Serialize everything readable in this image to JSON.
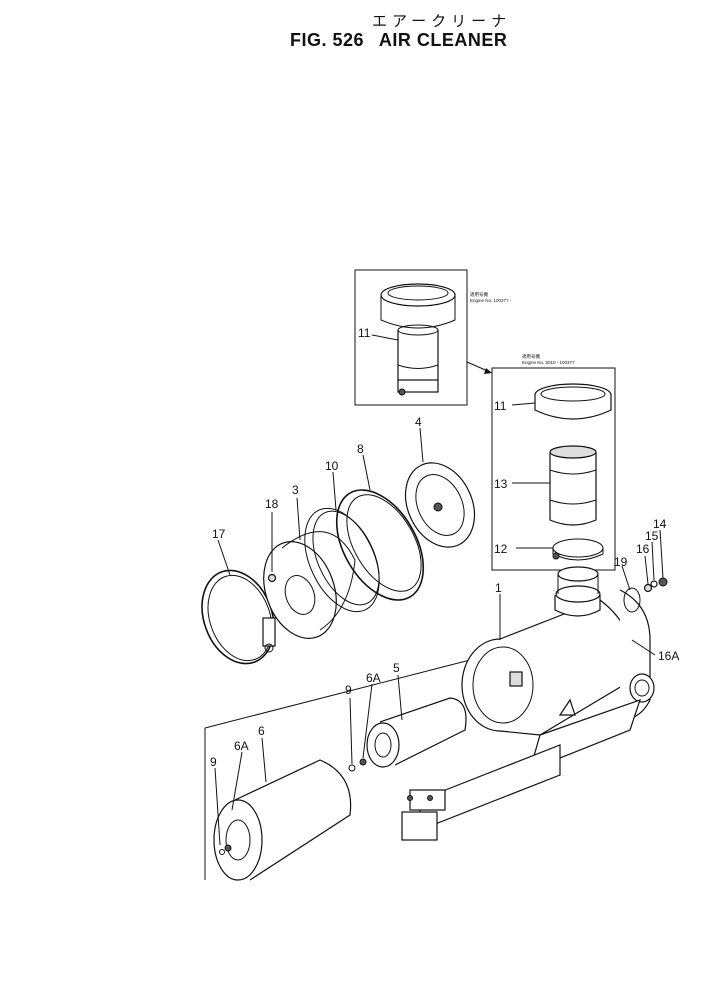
{
  "header": {
    "title_ja": "エアークリーナ",
    "fig_label": "FIG. 526",
    "title_en": "AIR CLEANER"
  },
  "notes": {
    "upper_ja": "適用号機",
    "upper_en": "Engine No. 10037? -",
    "lower_ja": "適用号機",
    "lower_en": "Engine No. 5010 - 10037?"
  },
  "part_labels": {
    "p1": "1",
    "p3": "3",
    "p4": "4",
    "p5": "5",
    "p6": "6",
    "p6a_upper": "6A",
    "p6a_lower": "6A",
    "p8": "8",
    "p9_upper": "9",
    "p9_lower": "9",
    "p10": "10",
    "p11_upper": "11",
    "p11_lower": "11",
    "p12": "12",
    "p13": "13",
    "p14": "14",
    "p15": "15",
    "p16": "16",
    "p16a": "16A",
    "p17": "17",
    "p18": "18",
    "p19": "19"
  }
}
